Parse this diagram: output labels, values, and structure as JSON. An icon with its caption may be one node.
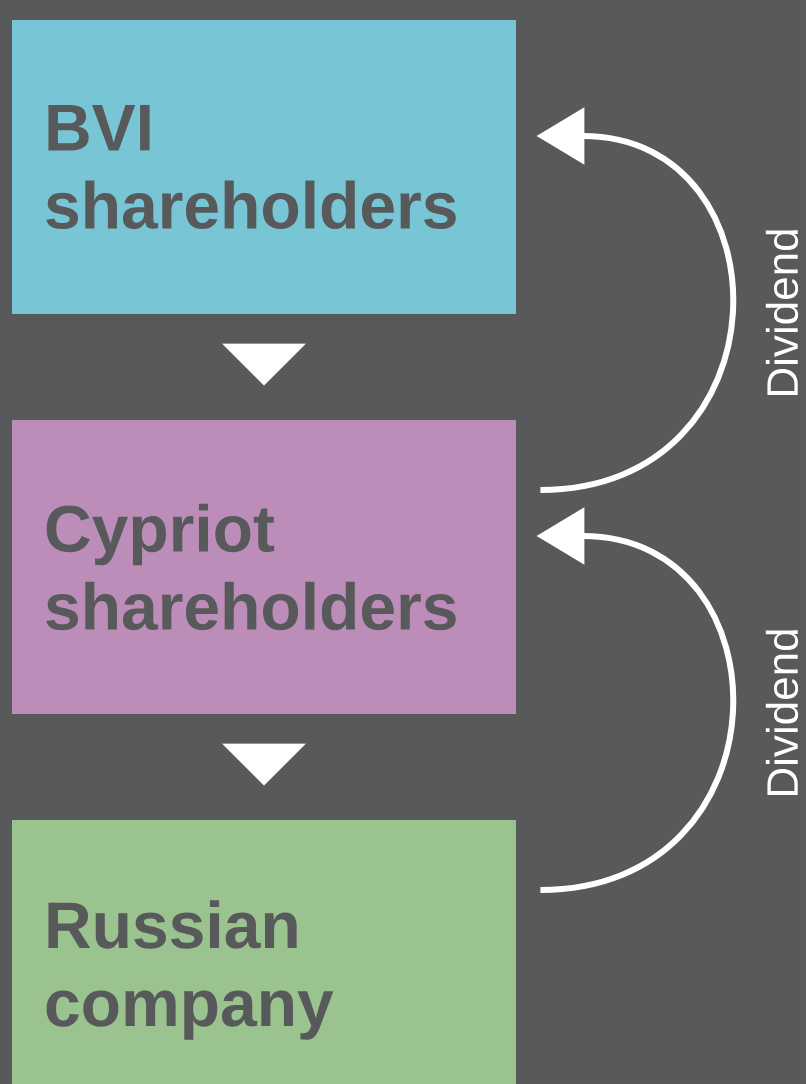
{
  "diagram": {
    "nodes": [
      {
        "text": [
          "BVI shareholders"
        ]
      },
      {
        "text": [
          "Cypriot shareholders"
        ]
      },
      {
        "text": [
          "Russian company"
        ]
      }
    ],
    "edges": [
      {
        "from": 0,
        "to": 1,
        "arrow": "to"
      },
      {
        "from": 1,
        "to": 2,
        "arrow": "to"
      },
      {
        "from": 1,
        "to": 0,
        "arrow": "to",
        "label": "Dividend"
      },
      {
        "from": 2,
        "to": 1,
        "arrow": "to",
        "label": "Dividend"
      }
    ]
  }
}
